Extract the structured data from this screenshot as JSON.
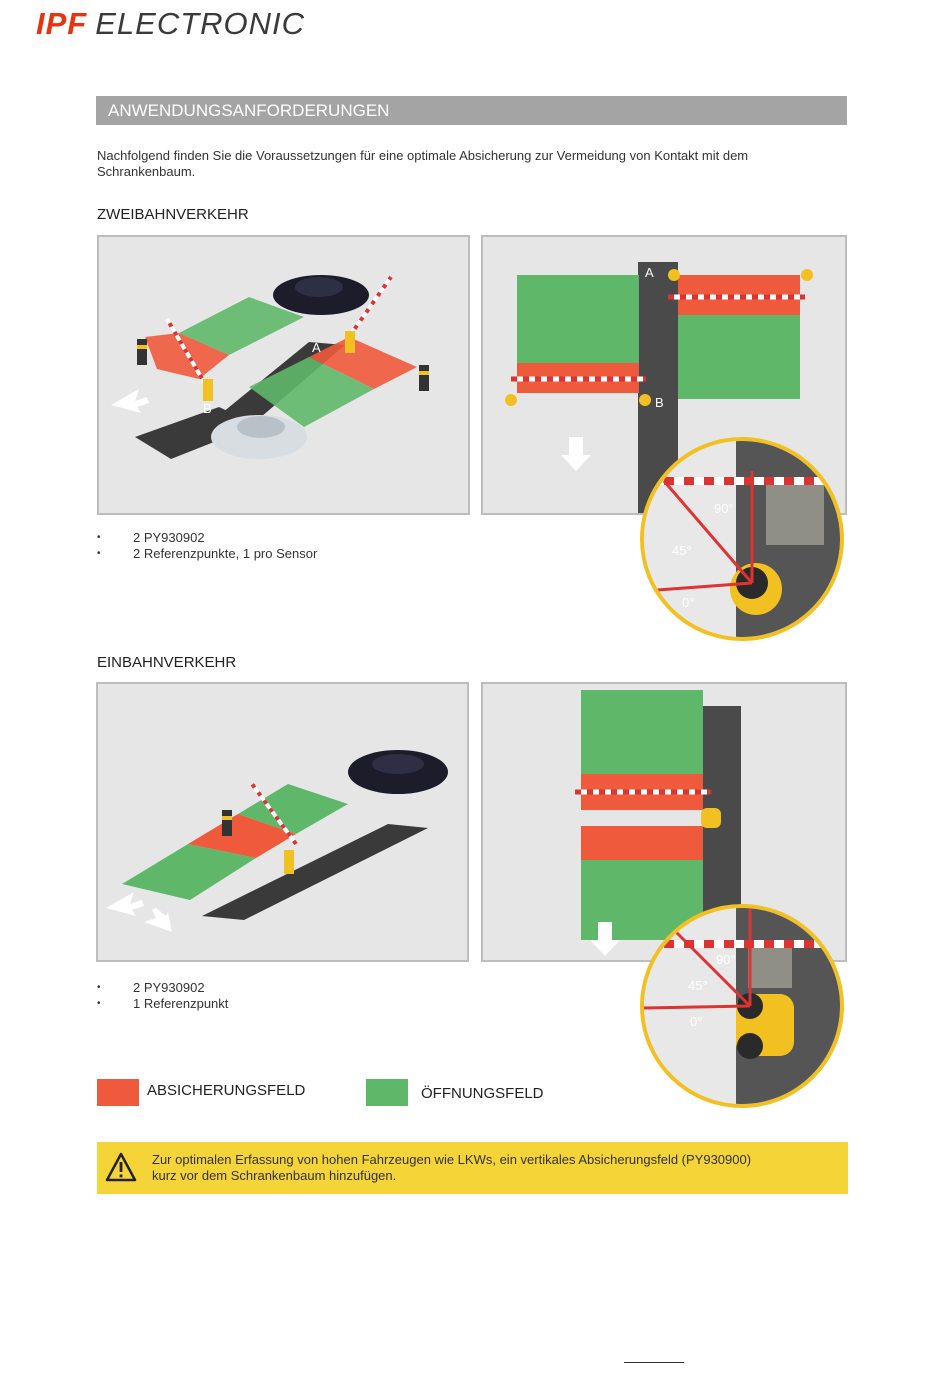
{
  "logo": {
    "brand": "IPF",
    "rest": "ELECTRONIC"
  },
  "section_title": "ANWENDUNGSANFORDERUNGEN",
  "intro": "Nachfolgend finden Sie die Voraussetzungen für eine optimale Absicherung zur Vermeidung von Kontakt mit dem Schrankenbaum.",
  "two_way": {
    "title": "ZWEIBAHNVERKEHR",
    "marker_a": "A",
    "marker_b": "B",
    "bullets": [
      "2 PY930902",
      "2 Referenzpunkte, 1 pro Sensor"
    ],
    "angles": [
      "90°",
      "45°",
      "0°"
    ]
  },
  "one_way": {
    "title": "EINBAHNVERKEHR",
    "bullets": [
      "2 PY930902",
      "1 Referenzpunkt"
    ],
    "angles": [
      "90°",
      "45°",
      "0°"
    ]
  },
  "legend": {
    "safety_field": {
      "label": "ABSICHERUNGSFELD",
      "color": "#ef5a3c"
    },
    "opening_field": {
      "label": "ÖFFNUNGSFELD",
      "color": "#5fb86a"
    }
  },
  "warning": {
    "icon": "warning-triangle-icon",
    "text": "Zur optimalen Erfassung von hohen Fahrzeugen wie LKWs, ein vertikales Absicherungsfeld (PY930900) kurz vor dem Schrankenbaum hinzufügen."
  }
}
